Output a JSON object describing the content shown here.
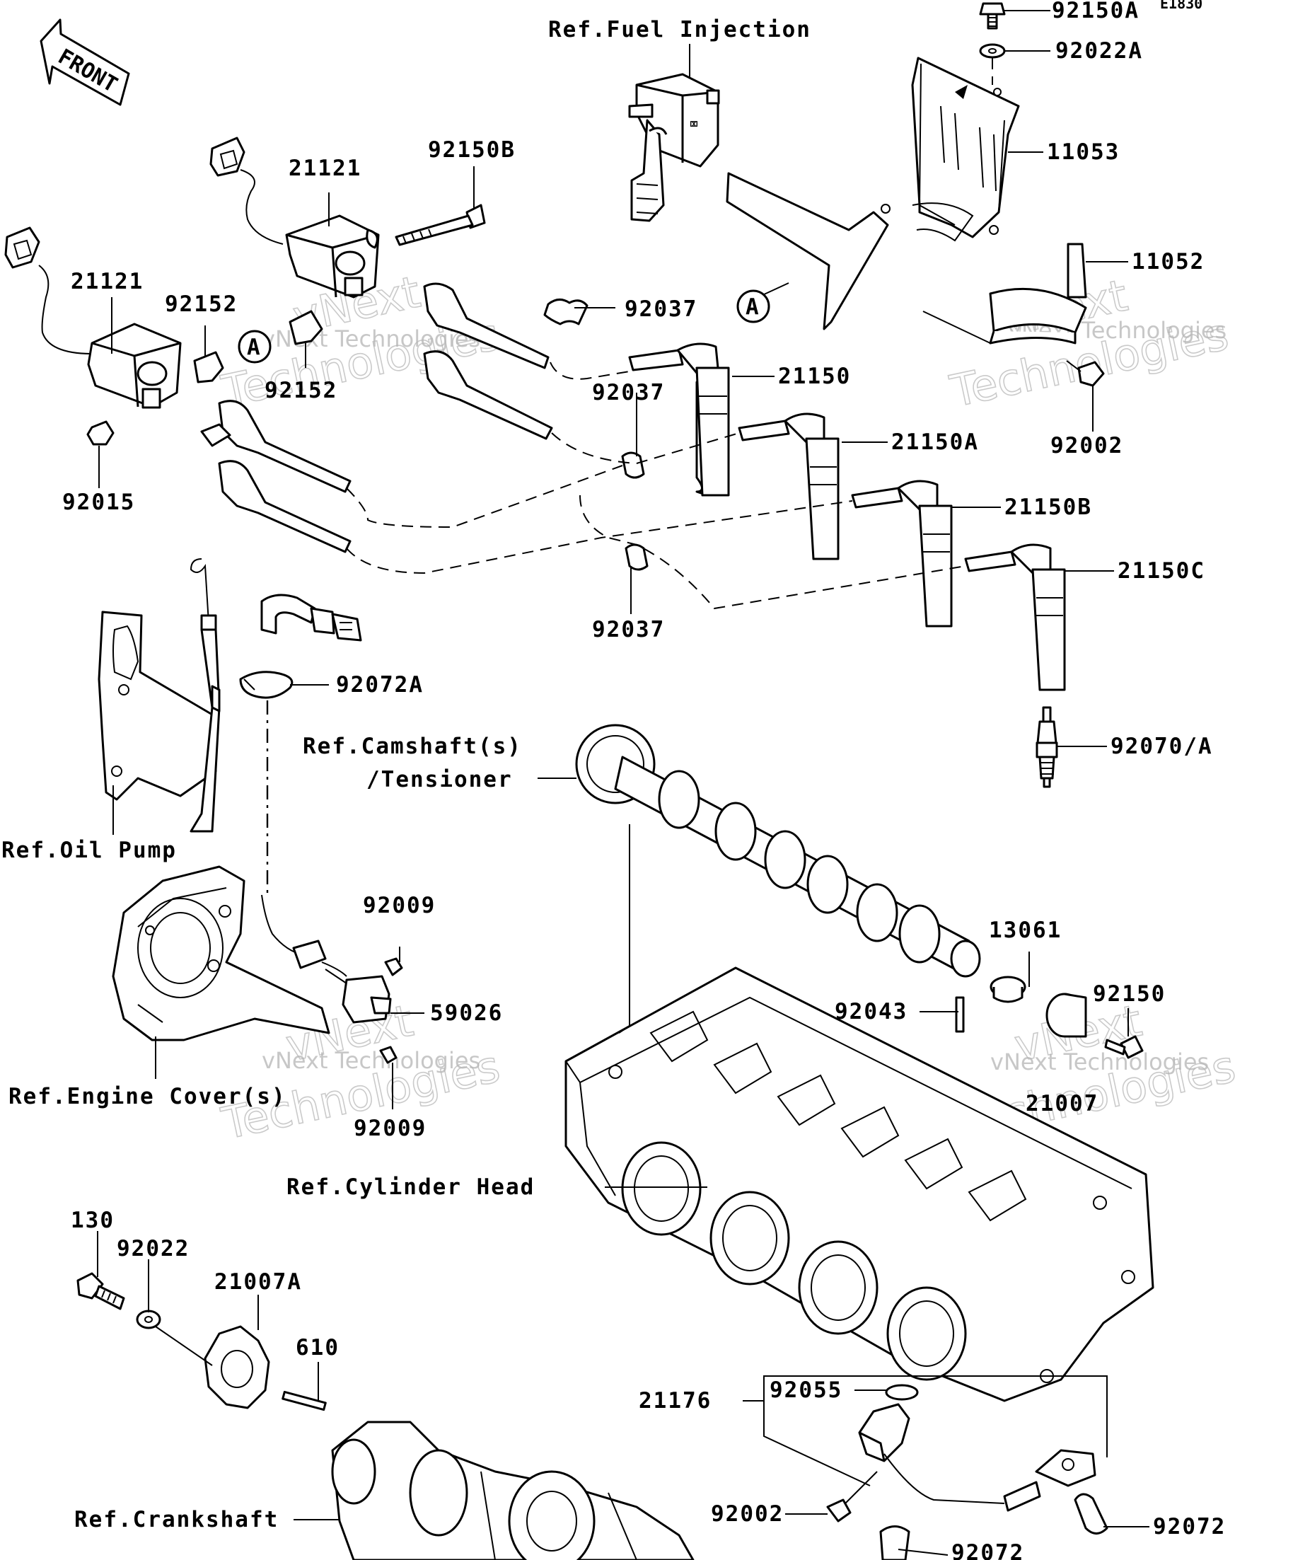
{
  "diagram_code": "E1830",
  "front_arrow_label": "FRONT",
  "callout_letter": "A",
  "parts": {
    "p92150A": "92150A",
    "p92022A": "92022A",
    "p11053": "11053",
    "p11052": "11052",
    "p92002_top": "92002",
    "p92150B": "92150B",
    "p21121_upper": "21121",
    "p21121_lower": "21121",
    "p92152_upper": "92152",
    "p92152_lower": "92152",
    "p92015": "92015",
    "p92037_top": "92037",
    "p92037_mid": "92037",
    "p92037_bottom": "92037",
    "p21150": "21150",
    "p21150A": "21150A",
    "p21150B": "21150B",
    "p21150C": "21150C",
    "p92070A": "92070/A",
    "p92072A": "92072A",
    "p92009_upper": "92009",
    "p92009_lower": "92009",
    "p59026": "59026",
    "p13061": "13061",
    "p92043": "92043",
    "p92150": "92150",
    "p21007": "21007",
    "p130": "130",
    "p92022": "92022",
    "p21007A": "21007A",
    "p610": "610",
    "p92055": "92055",
    "p21176": "21176",
    "p92002_bottom": "92002",
    "p92072_right": "92072",
    "p92072_bottom": "92072"
  },
  "references": {
    "fuel_injection": "Ref.Fuel Injection",
    "oil_pump": "Ref.Oil Pump",
    "camshaft_line1": "Ref.Camshaft(s)",
    "camshaft_line2": "/Tensioner",
    "engine_cover": "Ref.Engine Cover(s)",
    "cylinder_head": "Ref.Cylinder Head",
    "crankshaft": "Ref.Crankshaft"
  },
  "watermark": {
    "line1": "vNext Technologies",
    "line2": "Technologies",
    "line3": "vNext"
  }
}
